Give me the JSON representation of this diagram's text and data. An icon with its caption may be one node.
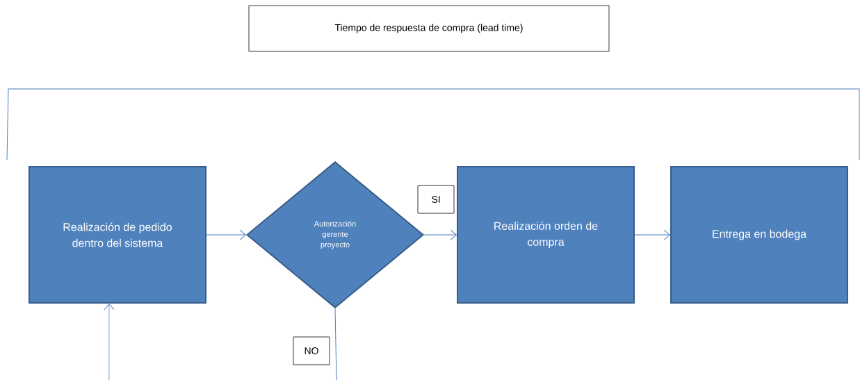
{
  "diagram": {
    "nodes": [
      {
        "text": [
          "Tiempo de respuesta de compra (lead time)"
        ]
      },
      {
        "text": [
          "Realización de pedido dentro del sistema"
        ]
      },
      {
        "text": [
          "Autorización gerente proyecto"
        ]
      },
      {
        "text": [
          "Realización orden de compra"
        ]
      },
      {
        "text": [
          "Entrega en bodega"
        ]
      }
    ],
    "edges": [
      {
        "from": 1,
        "to": 2,
        "arrow": "to"
      },
      {
        "from": 2,
        "to": 3,
        "arrow": "to",
        "label": "SI"
      },
      {
        "from": 3,
        "to": 4,
        "arrow": "to"
      },
      {
        "from": 2,
        "to": null,
        "arrow": "none",
        "label": "NO"
      },
      {
        "from": null,
        "to": 1,
        "arrow": "to"
      }
    ]
  }
}
